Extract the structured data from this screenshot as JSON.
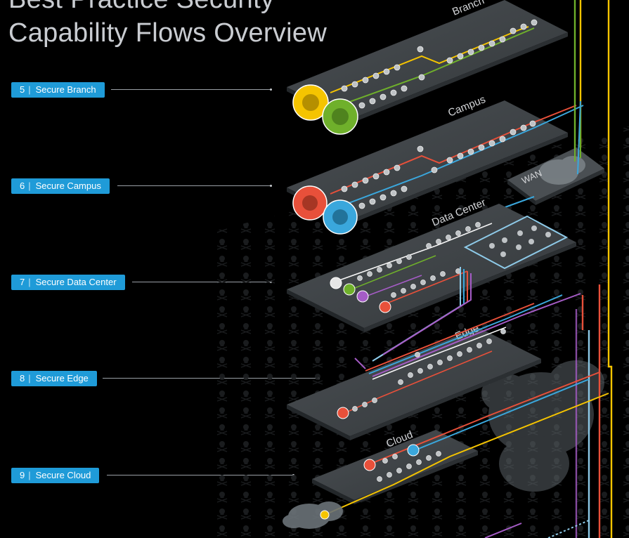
{
  "title": {
    "line1": "Best Practice Security",
    "line2": "Capability Flows Overview"
  },
  "callouts": [
    {
      "number": "5",
      "separator": "|",
      "text": "Secure Branch"
    },
    {
      "number": "6",
      "separator": "|",
      "text": "Secure Campus"
    },
    {
      "number": "7",
      "separator": "|",
      "text": "Secure Data Center"
    },
    {
      "number": "8",
      "separator": "|",
      "text": "Secure Edge"
    },
    {
      "number": "9",
      "separator": "|",
      "text": "Secure Cloud"
    }
  ],
  "planes": {
    "branch": "Branch",
    "campus": "Campus",
    "wan": "WAN",
    "data_center": "Data Center",
    "edge": "Edge",
    "cloud": "Cloud"
  },
  "colors": {
    "accent_label": "#1f9bd8",
    "flow_yellow": "#f5c400",
    "flow_green": "#6fb02b",
    "flow_red": "#e8503a",
    "flow_blue": "#3aa7dc",
    "flow_light_blue": "#8ecae8",
    "flow_purple": "#a55cc6",
    "plane_fill": "#3f4447"
  },
  "icons": {
    "capability_node": "shield-icon",
    "cloud": "cloud-icon",
    "background_pattern": "skull-crossbones-icon"
  }
}
